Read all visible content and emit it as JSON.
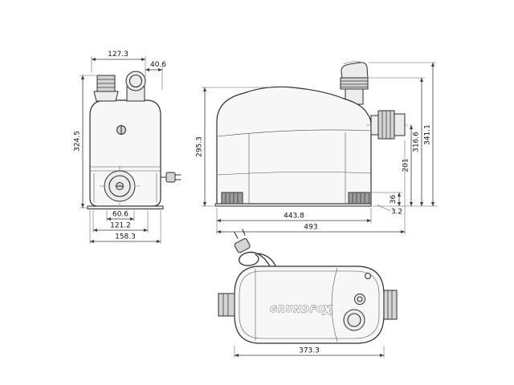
{
  "front_view": {
    "dim_top_width": "127.3",
    "dim_top_offset": "40.6",
    "dim_height": "324.5",
    "dim_base_inner": "60.6",
    "dim_base_mid": "121.2",
    "dim_base_width": "158.3"
  },
  "side_view": {
    "dim_body_height": "295.3",
    "dim_outlet_height": "201",
    "dim_inlet_height": "316.6",
    "dim_total_height": "341.1",
    "dim_foot_height": "36",
    "dim_base_thickness": "3.2",
    "dim_body_length": "443.8",
    "dim_total_length": "493"
  },
  "top_view": {
    "brand": "GRUNDFOS",
    "brand_mark": "X",
    "dim_length": "373.3"
  }
}
